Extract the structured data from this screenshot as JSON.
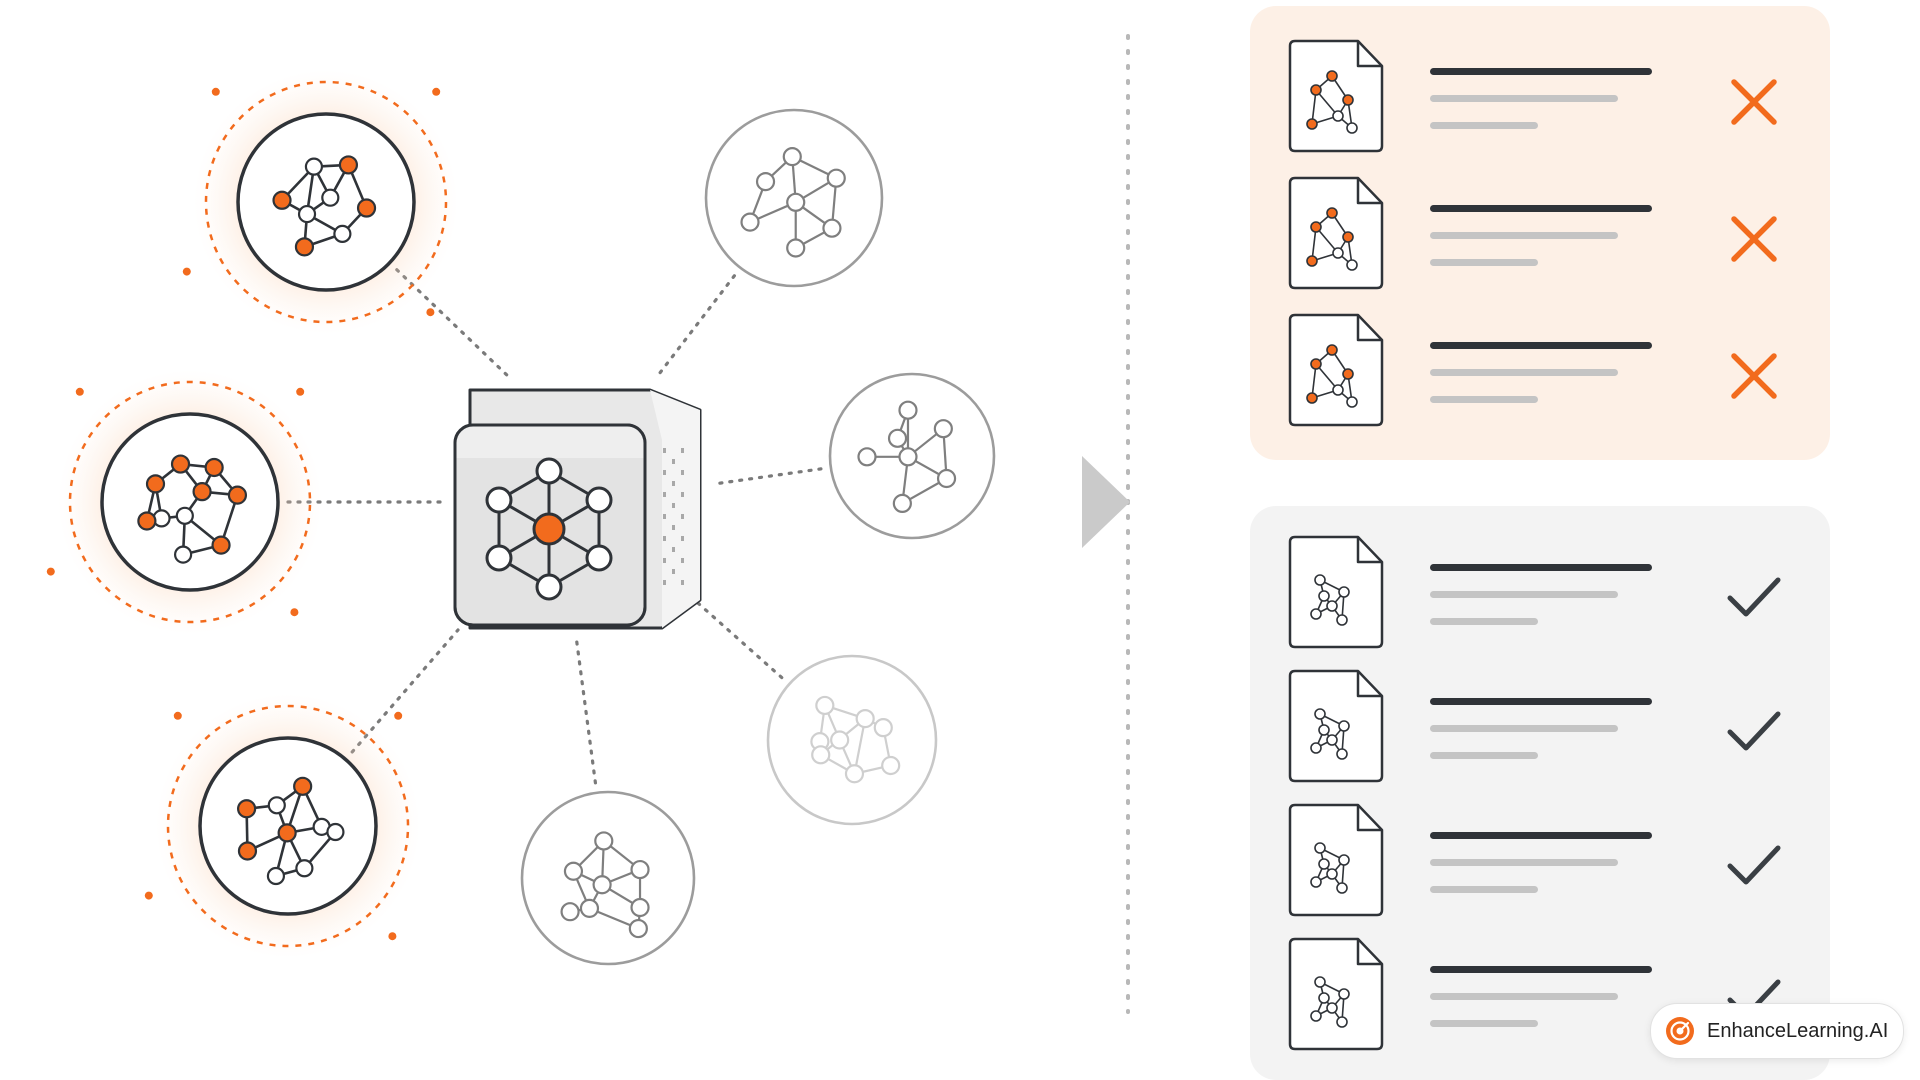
{
  "colors": {
    "accent": "#f26b1d",
    "dark": "#2f3338",
    "gray": "#9a9a9a",
    "light_gray": "#c4c4c4",
    "rejected_panel_bg": "#fdf0e6",
    "accepted_panel_bg": "#f3f3f3",
    "arrow": "#c9c9c9"
  },
  "icons": {
    "hub": "cube-graph-icon",
    "reject": "cross-icon",
    "accept": "checkmark-icon",
    "document": "graph-document-icon",
    "brand": "target-icon"
  },
  "graphs": [
    {
      "highlighted": true,
      "state": "anomalous"
    },
    {
      "highlighted": true,
      "state": "anomalous"
    },
    {
      "highlighted": true,
      "state": "anomalous"
    },
    {
      "highlighted": false,
      "state": "normal"
    },
    {
      "highlighted": false,
      "state": "normal"
    },
    {
      "highlighted": false,
      "state": "faded"
    },
    {
      "highlighted": false,
      "state": "normal"
    }
  ],
  "rejected_documents": [
    {
      "status": "rejected"
    },
    {
      "status": "rejected"
    },
    {
      "status": "rejected"
    }
  ],
  "accepted_documents": [
    {
      "status": "accepted"
    },
    {
      "status": "accepted"
    },
    {
      "status": "accepted"
    },
    {
      "status": "accepted"
    }
  ],
  "brand": {
    "label": "EnhanceLearning.AI"
  }
}
